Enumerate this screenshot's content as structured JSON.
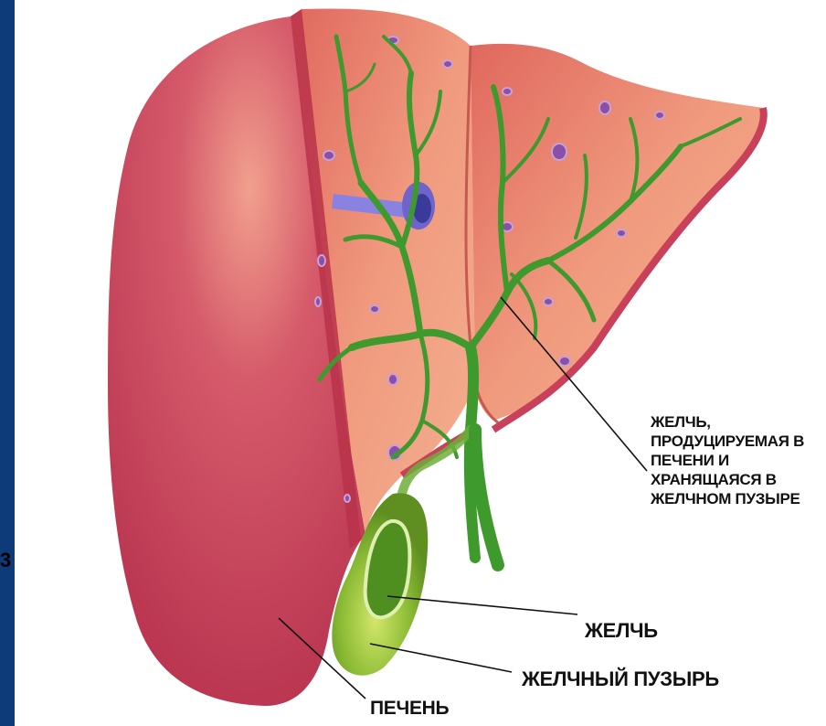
{
  "frame": {
    "accent_color": "#0d3a78",
    "side_mark": "3"
  },
  "diagram": {
    "subject": "liver-and-gallbladder",
    "colors": {
      "liver_outer": "#c9405a",
      "liver_cut": "#e8826e",
      "bile_ducts": "#49a83a",
      "gallbladder": "#7fb033",
      "vessel": "#7b6fd6"
    }
  },
  "labels": {
    "bile_produced_lines": [
      "ЖЕЛЧЬ,",
      "ПРОДУЦИРУЕМАЯ В",
      "ПЕЧЕНИ И",
      "ХРАНЯЩАЯСЯ В",
      "ЖЕЛЧНОМ ПУЗЫРЕ"
    ],
    "bile": "ЖЕЛЧЬ",
    "gallbladder": "ЖЕЛЧНЫЙ ПУЗЫРЬ",
    "liver": "ПЕЧЕНЬ"
  }
}
